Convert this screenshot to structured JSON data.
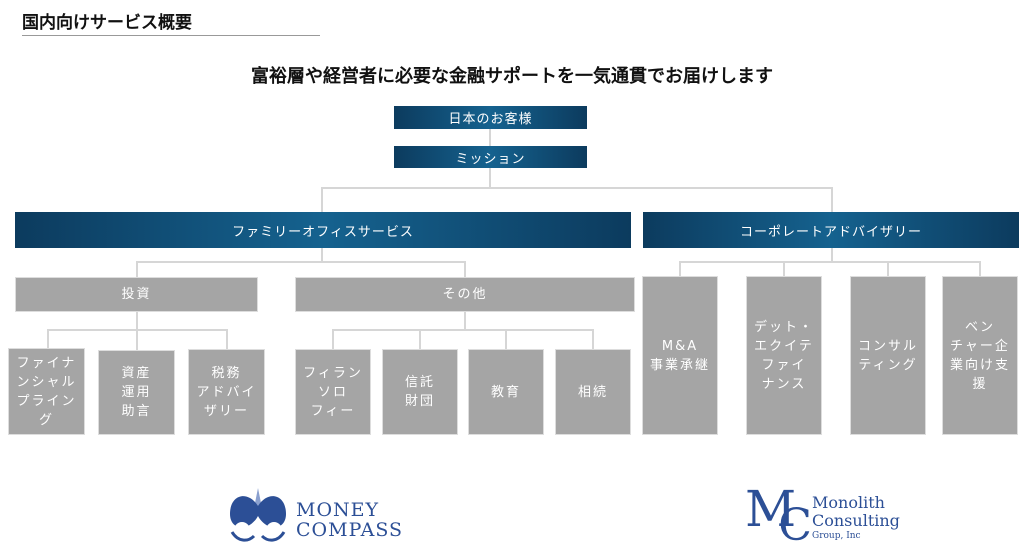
{
  "title": "国内向けサービス概要",
  "headline": "富裕層や経営者に必要な金融サポートを一気通貫でお届けします",
  "top": [
    "日本のお客様",
    "ミッション"
  ],
  "family": {
    "label": "ファミリーオフィスサービス",
    "invest": {
      "label": "投資",
      "items": [
        "ファイナ\nンシャル\nプライン\nグ",
        "資産\n運用\n助言",
        "税務\nアドバイ\nザリー"
      ]
    },
    "other": {
      "label": "その他",
      "items": [
        "フィラン\nソロ\nフィー",
        "信託\n財団",
        "教育",
        "相続"
      ]
    }
  },
  "corporate": {
    "label": "コーポレートアドバイザリー",
    "items": [
      "M&A\n事業承継",
      "デット・\nエクイテ\nファイ\nナンス",
      "コンサル\nティング",
      "ベン\nチャー企\n業向け支\n援"
    ]
  },
  "logos": {
    "money_compass": [
      "MONEY",
      "COMPASS"
    ],
    "monolith": [
      "Monolith",
      "Consulting",
      "Group, Inc"
    ]
  }
}
